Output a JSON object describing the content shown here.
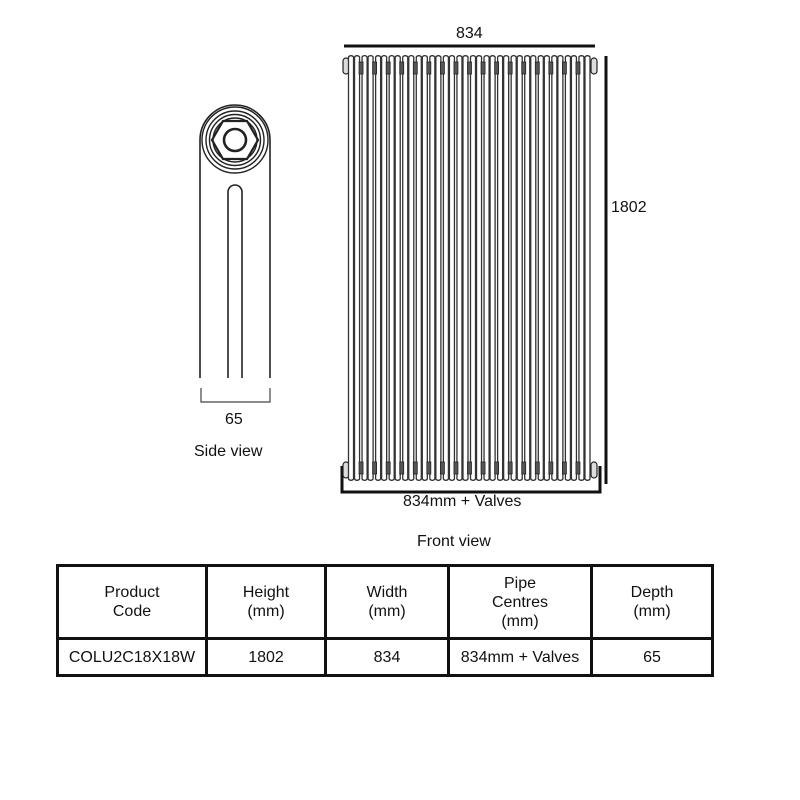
{
  "side_view": {
    "dimension_label": "65",
    "caption": "Side view"
  },
  "front_view": {
    "width_label": "834",
    "height_label": "1802",
    "pipe_label": "834mm + Valves",
    "caption": "Front view",
    "sections": 18
  },
  "spec_table": {
    "headers": [
      {
        "lines": [
          "Product",
          "Code"
        ]
      },
      {
        "lines": [
          "Height",
          "(mm)"
        ]
      },
      {
        "lines": [
          "Width",
          "(mm)"
        ]
      },
      {
        "lines": [
          "Pipe",
          "Centres",
          "(mm)"
        ]
      },
      {
        "lines": [
          "Depth",
          "(mm)"
        ]
      }
    ],
    "rows": [
      [
        "COLU2C18X18W",
        "1802",
        "834",
        "834mm + Valves",
        "65"
      ]
    ]
  },
  "colors": {
    "line": "#111111",
    "background": "#ffffff"
  }
}
